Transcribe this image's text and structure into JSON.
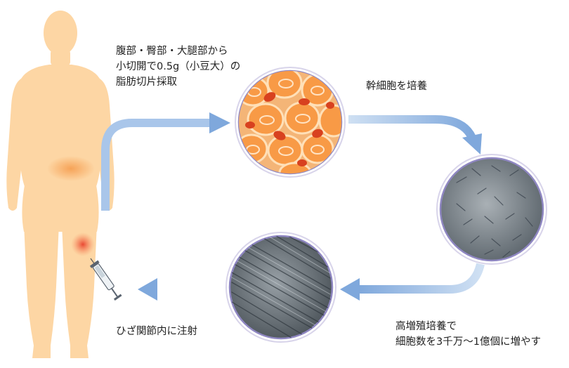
{
  "harvest": {
    "lines": [
      "腹部・臀部・大腿部から",
      "小切開で0.5g（小豆大）の",
      "脂肪切片採取"
    ]
  },
  "culture": {
    "label": "幹細胞を培養"
  },
  "expand": {
    "lines": [
      "高増殖培養で",
      "細胞数を3千万〜1億個に増やす"
    ]
  },
  "inject": {
    "label": "ひざ関節内に注射"
  },
  "colors": {
    "skin": "#fdd6a4",
    "highlight": "#f7a35c",
    "knee_spot": "#ef5a4a",
    "arrow": "#8db4e2",
    "circle_ring": "#8f87c2",
    "fat_cell": "#f79b4b",
    "fat_nucleus": "#d64a2a"
  },
  "icons": [
    "syringe-icon"
  ]
}
